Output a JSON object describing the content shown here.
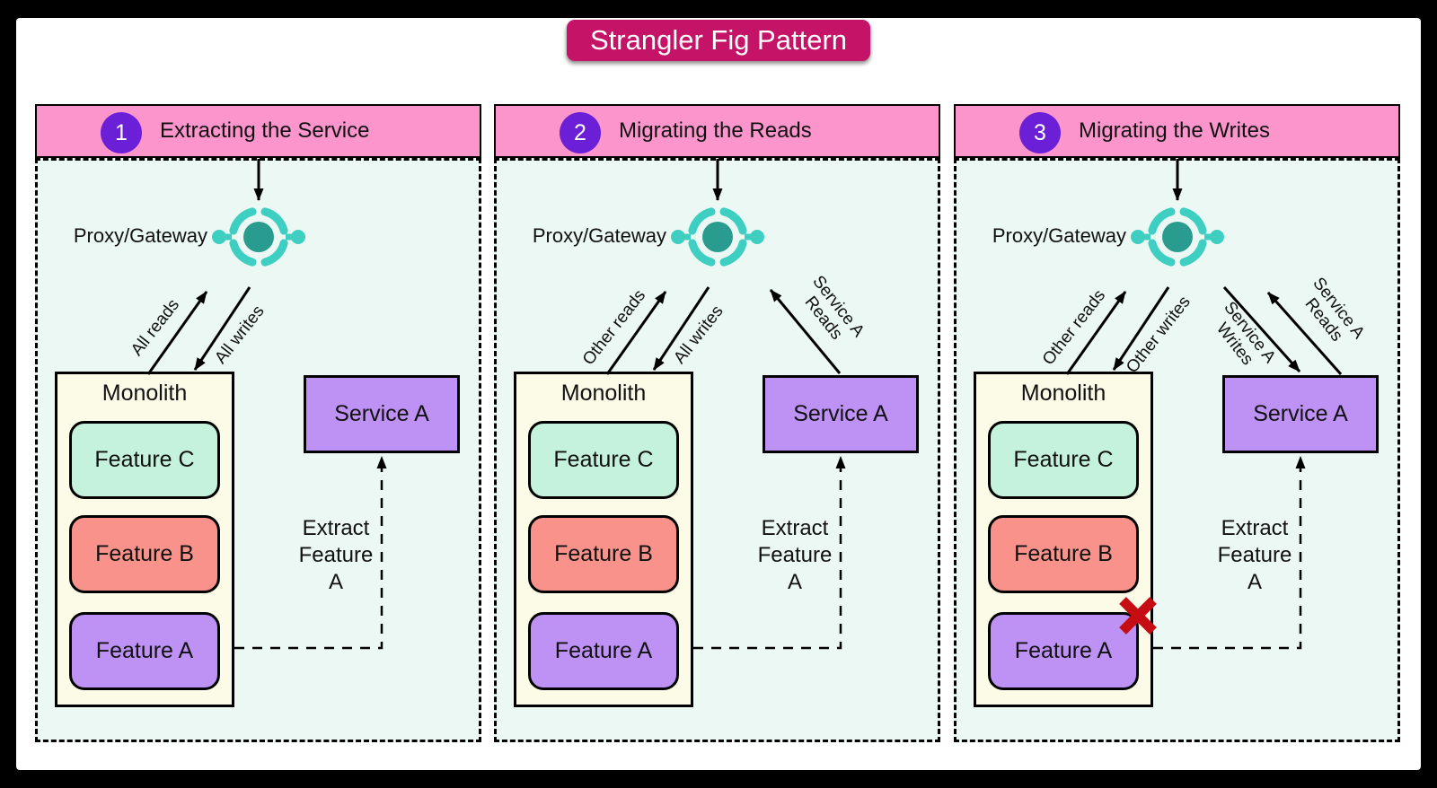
{
  "title": "Strangler Fig Pattern",
  "colors": {
    "badge_bg": "#C51368",
    "header_pink": "#FB95CC",
    "step_circle": "#6B1FD6",
    "panel_bg": "#EBF8F4",
    "monolith_bg": "#FBFBE8",
    "feature_c": "#C5F2DC",
    "feature_b": "#F9928B",
    "feature_a": "#BE91F5",
    "service_box": "#BE91F5",
    "gateway_ring": "#3FCFC2",
    "gateway_core": "#2A9B8F",
    "blocked_x": "#C50D13"
  },
  "panels": [
    {
      "step": "1",
      "heading": "Extracting the Service",
      "proxy_label": "Proxy/Gateway",
      "arrow_labels": {
        "up": "All reads",
        "down": "All writes"
      },
      "monolith": {
        "title": "Monolith",
        "features": [
          "Feature C",
          "Feature B",
          "Feature A"
        ]
      },
      "service": "Service A",
      "extract": {
        "line1": "Extract",
        "line2": "Feature",
        "line3": "A"
      }
    },
    {
      "step": "2",
      "heading": "Migrating the Reads",
      "proxy_label": "Proxy/Gateway",
      "arrow_labels": {
        "up": "Other reads",
        "down": "All writes",
        "service_reads_l1": "Service A",
        "service_reads_l2": "Reads"
      },
      "monolith": {
        "title": "Monolith",
        "features": [
          "Feature C",
          "Feature B",
          "Feature A"
        ]
      },
      "service": "Service A",
      "extract": {
        "line1": "Extract",
        "line2": "Feature",
        "line3": "A"
      }
    },
    {
      "step": "3",
      "heading": "Migrating the Writes",
      "proxy_label": "Proxy/Gateway",
      "arrow_labels": {
        "up": "Other reads",
        "down": "Other writes",
        "service_writes_l1": "Service A",
        "service_writes_l2": "Writes",
        "service_reads_l1": "Service A",
        "service_reads_l2": "Reads"
      },
      "monolith": {
        "title": "Monolith",
        "features": [
          "Feature C",
          "Feature B",
          "Feature A"
        ]
      },
      "service": "Service A",
      "extract": {
        "line1": "Extract",
        "line2": "Feature",
        "line3": "A"
      }
    }
  ]
}
